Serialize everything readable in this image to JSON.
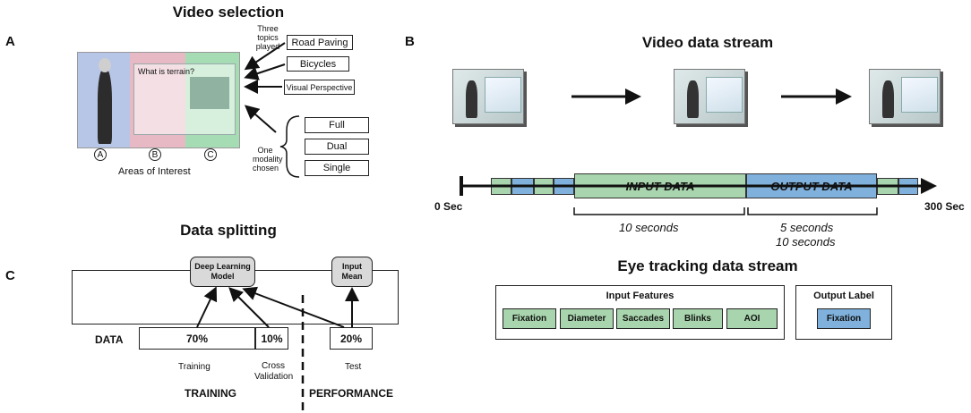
{
  "panel_a": {
    "letter": "A",
    "title": "Video selection",
    "topics_note": "Three topics played",
    "topics": [
      "Road Paving",
      "Bicycles",
      "Visual Perspective"
    ],
    "modality_note": "One modality chosen",
    "modalities": [
      "Full",
      "Dual",
      "Single"
    ],
    "aoi_circles": [
      "A",
      "B",
      "C"
    ],
    "aoi_label": "Areas of Interest",
    "slide_title": "What is terrain?",
    "colors": {
      "region_a": "#b7c6e6",
      "region_b": "#e7b9c4",
      "region_c": "#a6dcb4"
    }
  },
  "panel_b": {
    "letter": "B",
    "video_title": "Video data stream",
    "timeline": {
      "start_label": "0 Sec",
      "end_label": "300 Sec",
      "input_label": "INPUT DATA",
      "output_label": "OUTPUT DATA",
      "input_duration": "10 seconds",
      "output_duration_1": "5 seconds",
      "output_duration_2": "10 seconds"
    },
    "eye_title": "Eye tracking data stream",
    "input_features_title": "Input Features",
    "input_features": [
      "Fixation",
      "Diameter",
      "Saccades",
      "Blinks",
      "AOI"
    ],
    "output_label_title": "Output Label",
    "output_feature": "Fixation",
    "colors": {
      "input": "#a8d5ad",
      "output": "#7fb1dc"
    }
  },
  "panel_c": {
    "letter": "C",
    "title": "Data splitting",
    "model_box": "Deep Learning Model",
    "mean_box": "Input Mean",
    "data_label": "DATA",
    "splits": [
      "70%",
      "10%",
      "20%"
    ],
    "split_labels": [
      "Training",
      "Cross Validation",
      "Test"
    ],
    "phase_training": "TRAINING",
    "phase_performance": "PERFORMANCE"
  }
}
